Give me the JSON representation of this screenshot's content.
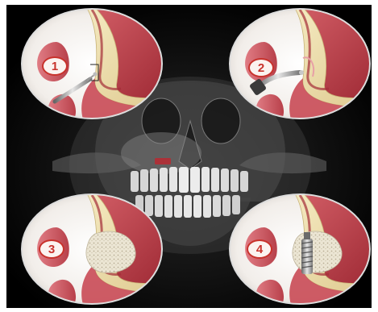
{
  "steps": [
    {
      "number": "1"
    },
    {
      "number": "2"
    },
    {
      "number": "3"
    },
    {
      "number": "4"
    }
  ],
  "colors": {
    "background": "#000000",
    "frame": "#ffffff",
    "gum": "#b8323e",
    "bone": "#e9d9a6",
    "badge_ring": "#c8322c",
    "xray": "#c9c9c9",
    "implant": "#9a9a9a",
    "graft": "#ece6d4"
  },
  "icons": [
    "drill-tool-icon",
    "handpiece-tool-icon",
    "bone-graft-icon",
    "dental-implant-icon"
  ]
}
